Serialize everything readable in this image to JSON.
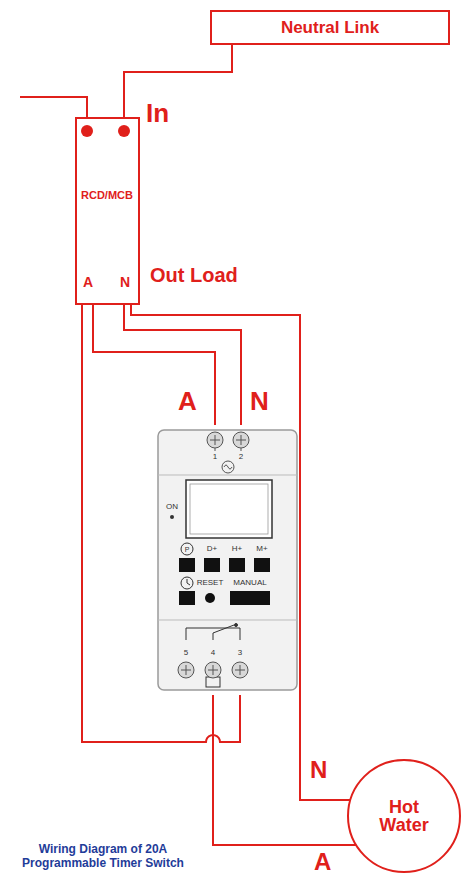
{
  "diagram": {
    "caption": "Wiring Diagram of 20A Programmable Timer Switch",
    "nodes": [
      {
        "text": [
          "Neutral Link"
        ]
      },
      {
        "text": [
          "RCD/MCB",
          "A",
          "N"
        ]
      },
      {
        "text": [
          "1",
          "2",
          "ON",
          "P",
          "D+",
          "H+",
          "M+",
          "RESET",
          "MANUAL",
          "5",
          "4",
          "3"
        ]
      },
      {
        "text": [
          "Hot Water"
        ]
      }
    ],
    "edges": [
      {
        "from": 0,
        "to": 1,
        "arrow": "none"
      },
      {
        "from": 1,
        "to": 2,
        "arrow": "none"
      },
      {
        "from": 1,
        "to": 2,
        "arrow": "none"
      },
      {
        "from": 1,
        "to": 2,
        "arrow": "none"
      },
      {
        "from": 1,
        "to": 3,
        "arrow": "none"
      },
      {
        "from": 2,
        "to": 3,
        "arrow": "none"
      }
    ],
    "labels": [
      "In",
      "Out Load",
      "A",
      "N",
      "N",
      "A"
    ]
  }
}
